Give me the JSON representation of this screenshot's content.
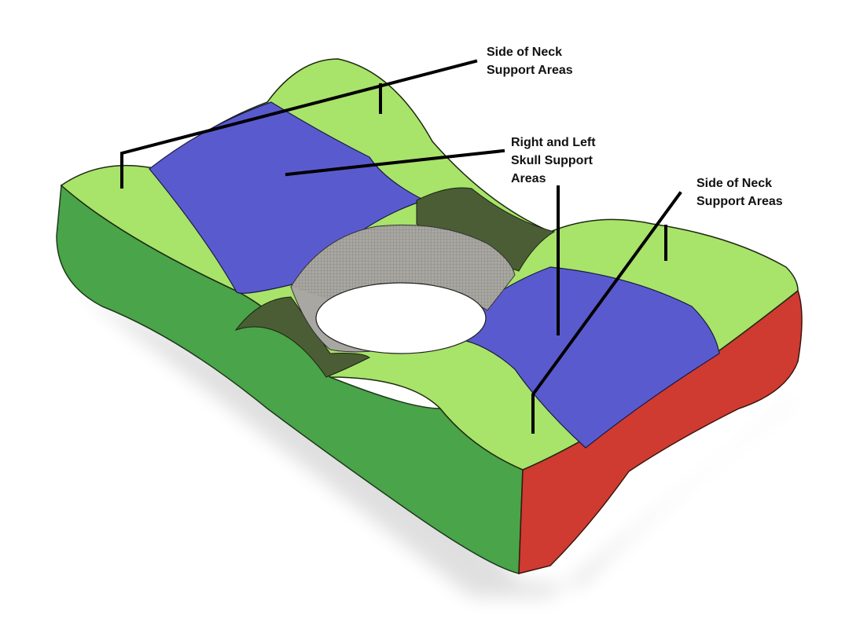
{
  "labels": {
    "top_neck": "Side of Neck\nSupport Areas",
    "skull": "Right and Left\nSkull Support\nAreas",
    "right_neck": "Side of Neck\nSupport Areas"
  },
  "colors": {
    "neck_support": "#a8e36a",
    "skull_support": "#5a5acf",
    "side_left": "#4aa449",
    "side_right": "#cf3b30",
    "transition": "#4b5d34",
    "hole_wall": "#a9a7a2",
    "leader_line": "#000000"
  }
}
